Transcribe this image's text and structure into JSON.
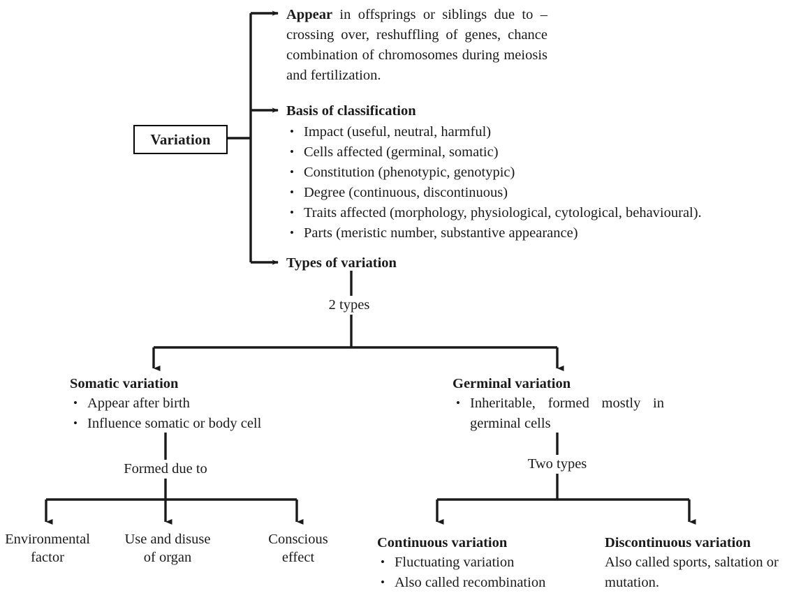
{
  "diagram": {
    "title": "Variation",
    "root": {
      "label": "Variation"
    },
    "branches": [
      {
        "id": "appear",
        "heading_bold": "Appear",
        "heading_rest": " in offsprings or siblings due to – crossing over, reshuffling of genes, chance combination of chromosomes during meiosis and fertilization."
      },
      {
        "id": "basis",
        "heading": "Basis of classification",
        "items": [
          "Impact (useful, neutral, harmful)",
          "Cells affected (germinal, somatic)",
          "Constitution (phenotypic, genotypic)",
          "Degree (continuous, discontinuous)",
          "Traits affected (morphology, physiological, cytological, behavioural).",
          "Parts (meristic number, substantive appearance)"
        ]
      },
      {
        "id": "types",
        "heading": "Types of variation"
      }
    ],
    "connector_labels": {
      "two_types_top": "2 types",
      "formed_due_to": "Formed due to",
      "two_types_right": "Two types"
    },
    "level2": [
      {
        "id": "somatic",
        "heading": "Somatic variation",
        "items": [
          "Appear after birth",
          "Influence somatic or body cell"
        ]
      },
      {
        "id": "germinal",
        "heading": "Germinal variation",
        "items": [
          "Inheritable, formed mostly in germinal cells"
        ]
      }
    ],
    "level3_left": [
      {
        "line1": "Environmental",
        "line2": "factor"
      },
      {
        "line1": "Use and disuse",
        "line2": "of organ"
      },
      {
        "line1": "Conscious",
        "line2": "effect"
      }
    ],
    "level3_right": [
      {
        "id": "continuous",
        "heading": "Continuous variation",
        "items": [
          "Fluctuating variation",
          "Also called recombination"
        ],
        "plain": ""
      },
      {
        "id": "discontinuous",
        "heading": "Discontinuous variation",
        "items": [],
        "plain": "Also called sports, saltation or mutation."
      }
    ],
    "colors": {
      "line": "#1a1a1a",
      "text": "#1a1a1a",
      "background": "#ffffff"
    }
  }
}
